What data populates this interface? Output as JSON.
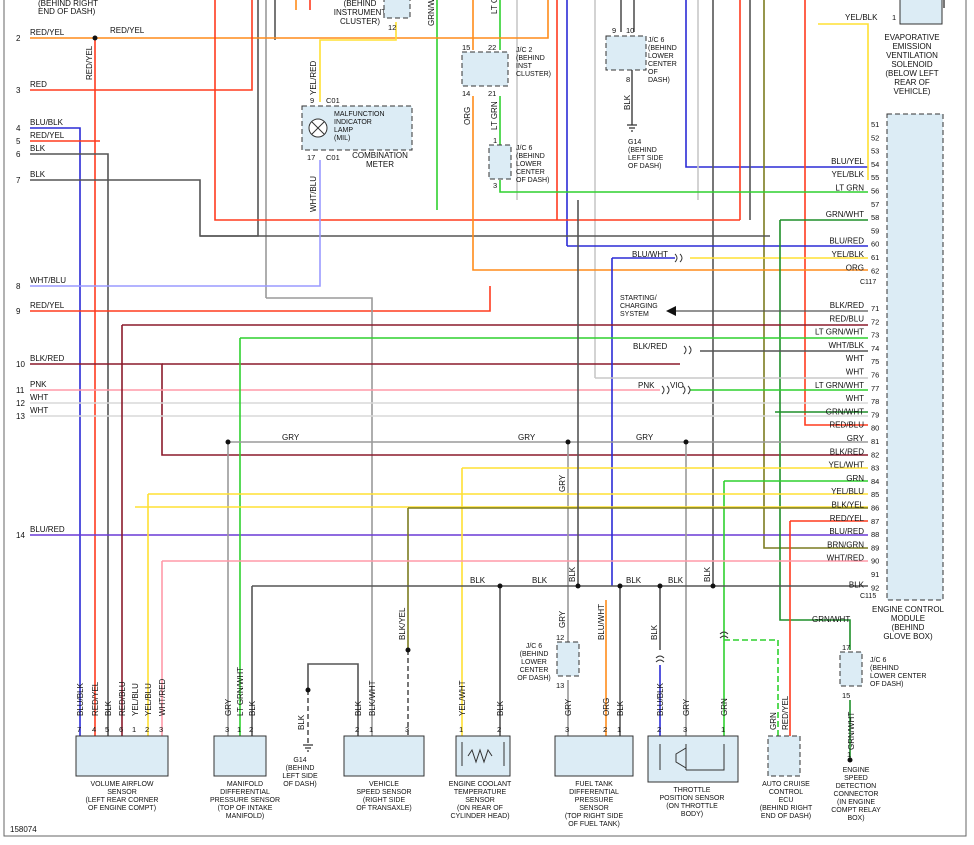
{
  "colors": {
    "red": "#ff3b1f",
    "orange": "#ff8c1a",
    "blue": "#2b2bd6",
    "violet": "#6a3ad6",
    "black": "#222222",
    "dkgray": "#555555",
    "gray": "#9a9a9a",
    "ltgray": "#c8c8c8",
    "green": "#2fd12f",
    "ltgreen": "#6fdc6f",
    "dkgreen": "#1f8f2a",
    "yellow": "#ffe033",
    "pink": "#ff9aa9",
    "maroon": "#8b1a2b",
    "brown": "#8b5a20",
    "lavender": "#9a9aff",
    "olive": "#7c7c20",
    "panel": "#dcecf5"
  },
  "top_labels": {
    "behind_right_end_of_dash": "(BEHIND RIGHT\nEND OF DASH)",
    "behind_instrument_cluster": "(BEHIND\nINSTRUMENT\nCLUSTER)",
    "evap": "EVAPORATIVE\nEMISSION\nVENTILATION\nSOLENOID\n(BELOW LEFT\nREAR OF\nVEHICLE)",
    "evap_wire": "YEL/BLK",
    "evap_pin": "1",
    "pin_12": "12"
  },
  "mil": {
    "label": "MALFUNCTION\nINDICATOR\nLAMP\n(MIL)",
    "meter": "COMBINATION\nMETER",
    "pin_top": "9",
    "pin_bot": "17",
    "conn": "C01",
    "wire_in": "YEL/RED",
    "wire_out": "WHT/BLU"
  },
  "jc2": {
    "label": "J/C 2\n(BEHIND\nINST\nCLUSTER)",
    "pins": [
      "15",
      "22",
      "14",
      "21"
    ],
    "wire_left": "ORG",
    "wire_right": "LT GRN",
    "wire_top_left": "GRN/WHT",
    "wire_top_right": "LT GRN"
  },
  "jc6_center": {
    "label": "J/C 6\n(BEHIND\nLOWER\nCENTER\nOF DASH)",
    "pins": [
      "1",
      "3"
    ],
    "wire": "LT GRN"
  },
  "jc6_top": {
    "label": "J/C 6\n(BEHIND\nLOWER\nCENTER\nOF\nDASH)",
    "pins": [
      "9",
      "10",
      "8"
    ],
    "wire": "BLK"
  },
  "g14_top": {
    "label": "G14\n(BEHIND\nLEFT SIDE\nOF DASH)"
  },
  "starting": {
    "label": "STARTING/\nCHARGING\nSYSTEM"
  },
  "left_wires": [
    {
      "num": "2",
      "label": "RED/YEL"
    },
    {
      "num": "3",
      "label": "RED"
    },
    {
      "num": "4",
      "label": "BLU/BLK"
    },
    {
      "num": "5",
      "label": "RED/YEL"
    },
    {
      "num": "6",
      "label": "BLK"
    },
    {
      "num": "7",
      "label": "BLK"
    },
    {
      "num": "8",
      "label": "WHT/BLU"
    },
    {
      "num": "9",
      "label": "RED/YEL"
    },
    {
      "num": "10",
      "label": "BLK/RED"
    },
    {
      "num": "11",
      "label": "PNK"
    },
    {
      "num": "12",
      "label": "WHT"
    },
    {
      "num": "13",
      "label": "WHT"
    },
    {
      "num": "14",
      "label": "BLU/RED"
    }
  ],
  "mid_labels": {
    "red_yel_2": "RED/YEL",
    "blu_wht": "BLU/WHT",
    "blk_red": "BLK/RED",
    "pnk": "PNK",
    "vio": "VIO",
    "gry": "GRY",
    "blk": "BLK",
    "red_yel_vert": "RED/YEL",
    "yel_red_vert": "YEL/RED",
    "wht_blu_vert": "WHT/BLU"
  },
  "ecm": {
    "label": "ENGINE CONTROL\nMODULE\n(BEHIND\nGLOVE BOX)",
    "conn_top": "C117",
    "conn_bot": "C115",
    "pins": [
      {
        "n": "51",
        "w": ""
      },
      {
        "n": "52",
        "w": ""
      },
      {
        "n": "53",
        "w": ""
      },
      {
        "n": "54",
        "w": "BLU/YEL"
      },
      {
        "n": "55",
        "w": "YEL/BLK"
      },
      {
        "n": "56",
        "w": "LT GRN"
      },
      {
        "n": "57",
        "w": ""
      },
      {
        "n": "58",
        "w": "GRN/WHT"
      },
      {
        "n": "59",
        "w": ""
      },
      {
        "n": "60",
        "w": "BLU/RED"
      },
      {
        "n": "61",
        "w": "YEL/BLK"
      },
      {
        "n": "62",
        "w": "ORG"
      },
      {
        "n": "71",
        "w": "BLK/RED"
      },
      {
        "n": "72",
        "w": "RED/BLU"
      },
      {
        "n": "73",
        "w": "LT GRN/WHT"
      },
      {
        "n": "74",
        "w": "WHT/BLK"
      },
      {
        "n": "75",
        "w": "WHT"
      },
      {
        "n": "76",
        "w": "WHT"
      },
      {
        "n": "77",
        "w": "LT GRN/WHT"
      },
      {
        "n": "78",
        "w": "WHT"
      },
      {
        "n": "79",
        "w": "GRN/WHT"
      },
      {
        "n": "80",
        "w": "RED/BLU"
      },
      {
        "n": "81",
        "w": "GRY"
      },
      {
        "n": "82",
        "w": "BLK/RED"
      },
      {
        "n": "83",
        "w": "YEL/WHT"
      },
      {
        "n": "84",
        "w": "GRN"
      },
      {
        "n": "85",
        "w": "YEL/BLU"
      },
      {
        "n": "86",
        "w": "BLK/YEL"
      },
      {
        "n": "87",
        "w": "RED/YEL"
      },
      {
        "n": "88",
        "w": "BLU/RED"
      },
      {
        "n": "89",
        "w": "BRN/GRN"
      },
      {
        "n": "90",
        "w": "WHT/RED"
      },
      {
        "n": "91",
        "w": ""
      },
      {
        "n": "92",
        "w": "BLK"
      }
    ]
  },
  "bottom": {
    "vaf": {
      "label": "VOLUME AIRFLOW\nSENSOR\n(LEFT REAR CORNER\nOF ENGINE COMPT)",
      "pins": [
        "7",
        "4",
        "5",
        "6",
        "1",
        "2",
        "3"
      ],
      "wires": [
        "BLU/BLK",
        "RED/YEL",
        "BLK",
        "RED/BLU",
        "YEL/BLU",
        "YEL/BLU",
        "WHT/RED"
      ]
    },
    "mdp": {
      "label": "MANIFOLD\nDIFFERENTIAL\nPRESSURE SENSOR\n(TOP OF INTAKE\nMANIFOLD)",
      "pins": [
        "3",
        "1",
        "2"
      ],
      "wires": [
        "GRY",
        "LT GRN/WHT",
        "BLK"
      ]
    },
    "g14": {
      "label": "G14\n(BEHIND\nLEFT SIDE\nOF DASH)",
      "wire": "BLK"
    },
    "vss": {
      "label": "VEHICLE\nSPEED SENSOR\n(RIGHT SIDE\nOF TRANSAXLE)",
      "pins": [
        "2",
        "1",
        "3"
      ],
      "wires": [
        "BLK",
        "BLK/WHT",
        "BLK/YEL"
      ]
    },
    "ect": {
      "label": "ENGINE COOLANT\nTEMPERATURE\nSENSOR\n(ON REAR OF\nCYLINDER HEAD)",
      "pins": [
        "1",
        "2"
      ],
      "wires": [
        "YEL/WHT",
        "BLK"
      ]
    },
    "jc6_low": {
      "label": "J/C 6\n(BEHIND\nLOWER\nCENTER\nOF DASH)",
      "pins": [
        "12",
        "13"
      ],
      "wire": "GRY"
    },
    "ftdp": {
      "label": "FUEL TANK\nDIFFERENTIAL\nPRESSURE\nSENSOR\n(TOP RIGHT SIDE\nOF FUEL TANK)",
      "pins": [
        "3",
        "2",
        "1"
      ],
      "wires": [
        "GRY",
        "ORG",
        "BLK"
      ],
      "wire_up": "BLU/WHT"
    },
    "tps": {
      "label": "THROTTLE\nPOSITION SENSOR\n(ON THROTTLE\nBODY)",
      "pins": [
        "2",
        "3",
        "1"
      ],
      "wires": [
        "BLU/BLK",
        "GRY",
        "GRN"
      ],
      "wire_up": "BLK"
    },
    "acc": {
      "label": "AUTO CRUISE\nCONTROL\nECU\n(BEHIND RIGHT\nEND OF DASH)",
      "wires": [
        "GRN",
        "RED/YEL"
      ]
    },
    "jc6_right": {
      "label": "J/C 6\n(BEHIND\nLOWER CENTER\nOF DASH)",
      "pins": [
        "17",
        "15"
      ],
      "wire_top": "GRN/WHT",
      "wire_bot": "GRN/WHT"
    },
    "esd": {
      "label": "ENGINE\nSPEED\nDETECTION\nCONNECTOR\n(IN ENGINE\nCOMPT RELAY\nBOX)",
      "pin": "1"
    }
  },
  "figure_id": "158074"
}
